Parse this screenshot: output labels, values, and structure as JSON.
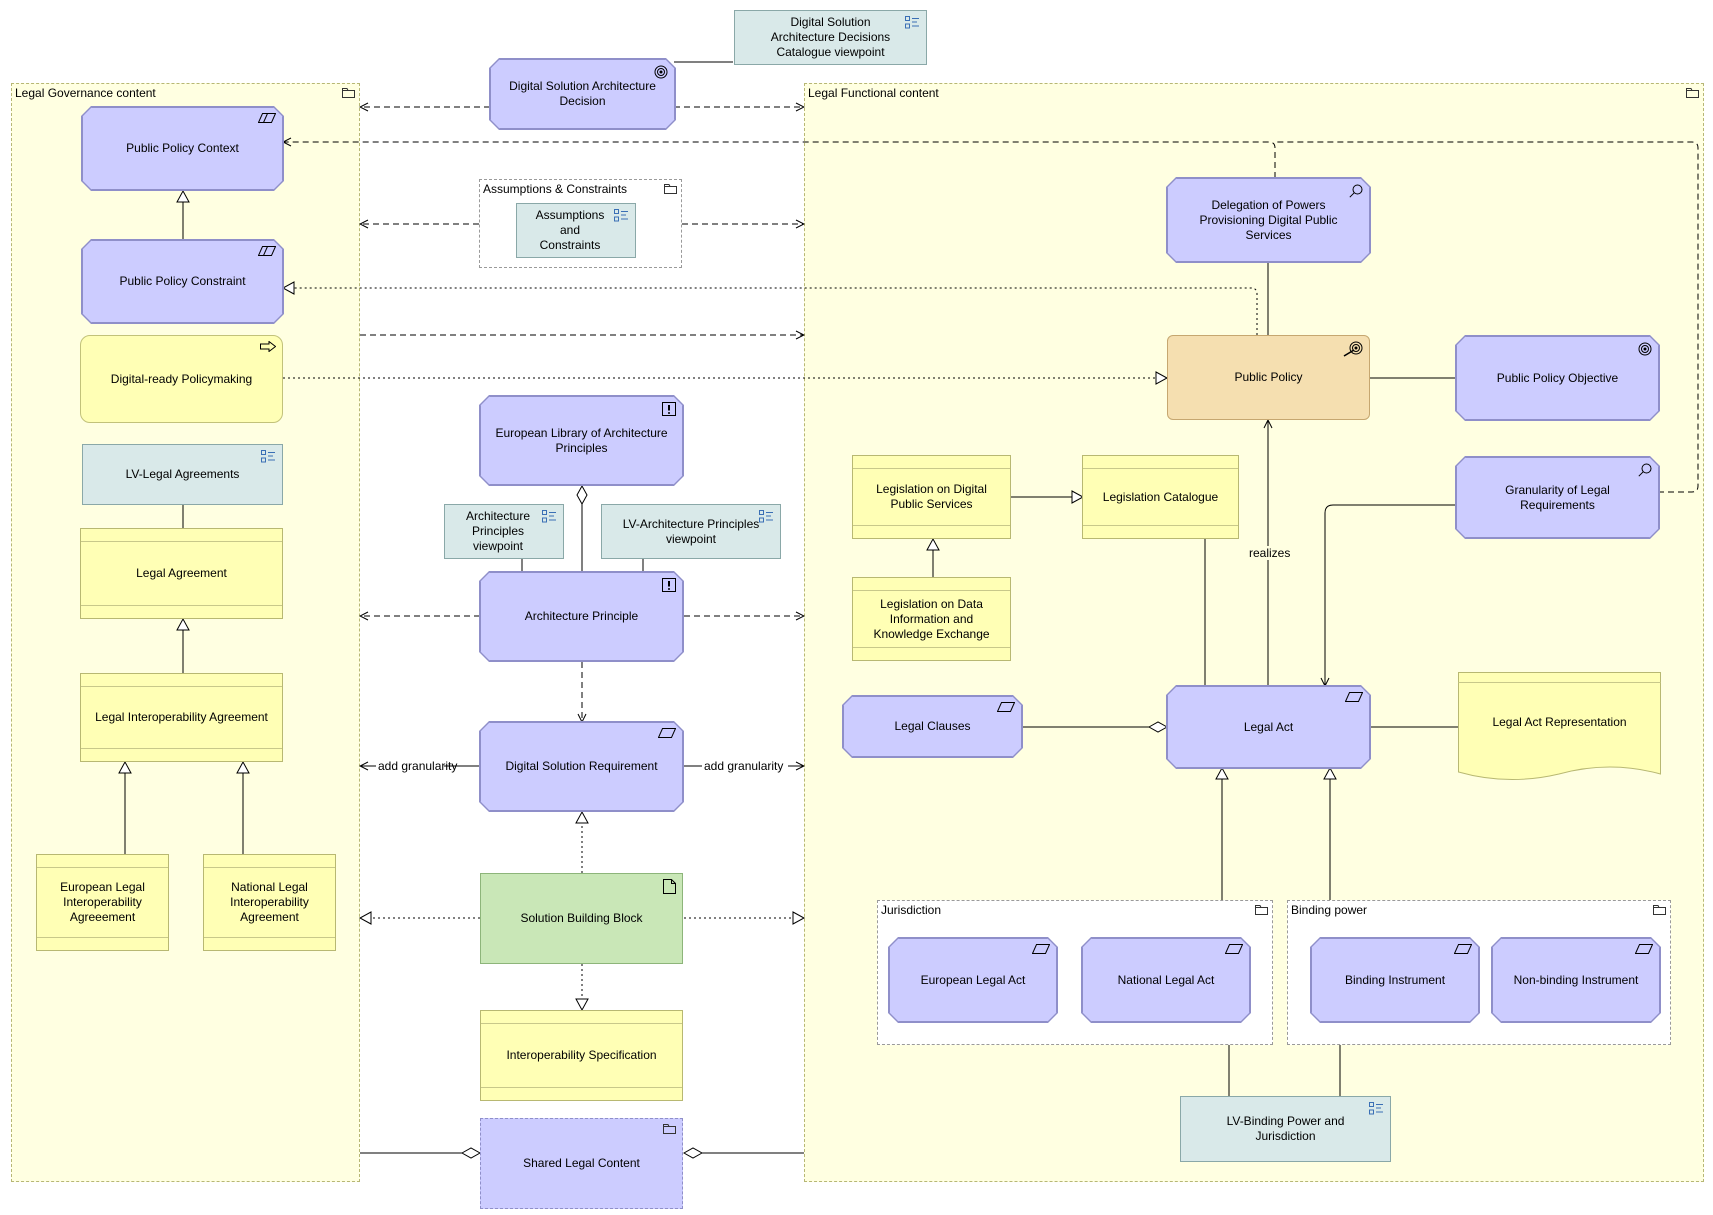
{
  "groups": {
    "legal_governance": "Legal Governance content",
    "legal_functional": "Legal Functional content",
    "assumptions": "Assumptions & Constraints",
    "jurisdiction": "Jurisdiction",
    "binding_power": "Binding power"
  },
  "nodes": {
    "dsad_catalogue": "Digital Solution Architecture Decisions Catalogue viewpoint",
    "dsad": "Digital Solution Architecture Decision",
    "public_policy_context": "Public Policy Context",
    "public_policy_constraint": "Public Policy Constraint",
    "digital_ready": "Digital-ready Policymaking",
    "lv_legal_agreements": "LV-Legal Agreements",
    "legal_agreement": "Legal Agreement",
    "legal_interop_agreement": "Legal Interoperability Agreement",
    "european_legal_interop": "European Legal Interoperability Agreeement",
    "national_legal_interop": "National Legal Interoperability Agreement",
    "assumptions_view": "Assumptions and Constraints",
    "elap": "European Library of Architecture Principles",
    "arch_principles_viewpoint": "Architecture Principles viewpoint",
    "lv_arch_principles": "LV-Architecture Principles viewpoint",
    "arch_principle": "Architecture Principle",
    "dsr": "Digital Solution Requirement",
    "sbb": "Solution Building Block",
    "interop_spec": "Interoperability Specification",
    "shared_legal_content": "Shared Legal Content",
    "delegation": "Delegation of Powers Provisioning Digital Public Services",
    "public_policy": "Public Policy",
    "public_policy_objective": "Public Policy Objective",
    "legislation_digital": "Legislation on Digital Public Services",
    "legislation_catalogue": "Legislation Catalogue",
    "legislation_data": "Legislation on Data Information and Knowledge Exchange",
    "granularity": "Granularity of Legal Requirements",
    "legal_clauses": "Legal Clauses",
    "legal_act": "Legal Act",
    "legal_act_repr": "Legal Act Representation",
    "european_legal_act": "European Legal Act",
    "national_legal_act": "National Legal Act",
    "binding_instrument": "Binding Instrument",
    "non_binding_instrument": "Non-binding Instrument",
    "lv_binding": "LV-Binding Power and Jurisdiction"
  },
  "edge_labels": {
    "add_granularity_left": "add granularity",
    "add_granularity_right": "add granularity",
    "realizes": "realizes"
  },
  "colors": {
    "motivation": "#ccccff",
    "view": "#d9e9e9",
    "business": "#ffffb5",
    "building_block": "#c9e7b7",
    "policy": "#f5dfb0",
    "group": "#ffffe1"
  }
}
